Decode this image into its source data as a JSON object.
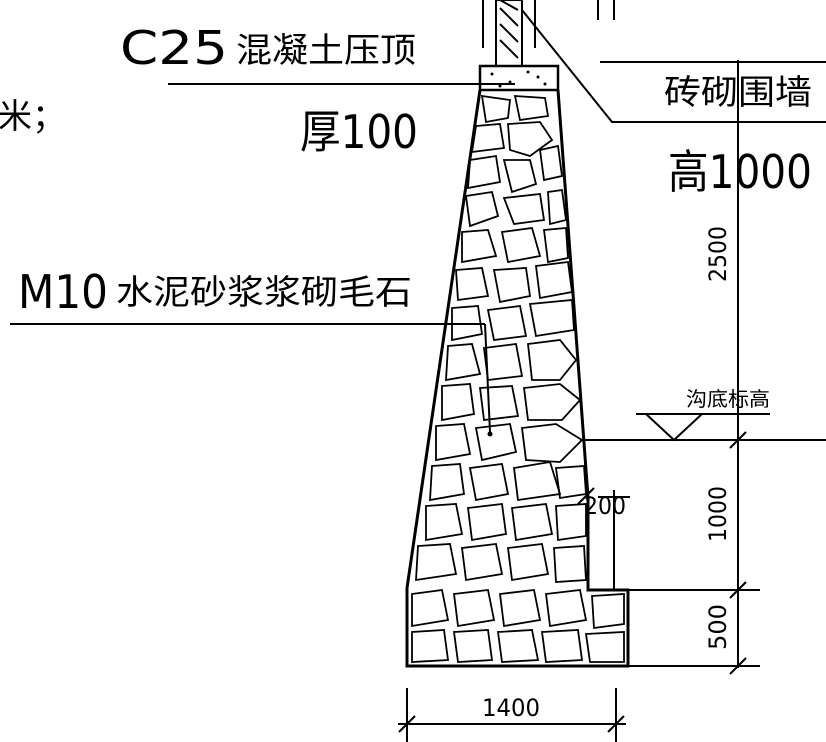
{
  "labels": {
    "partial_text": "米；",
    "cap_grade": "C25",
    "cap_desc": "混凝土压顶",
    "cap_thickness": "厚100",
    "masonry_grade": "M10",
    "masonry_desc": "水泥砂浆浆砌毛石",
    "wall_name": "砖砌围墙",
    "wall_height": "高1000",
    "ditch_bottom": "沟底标高"
  },
  "dimensions": {
    "upper_height": "2500",
    "middle_height": "1000",
    "footing_height": "500",
    "step_width": "200",
    "base_width": "1400"
  }
}
